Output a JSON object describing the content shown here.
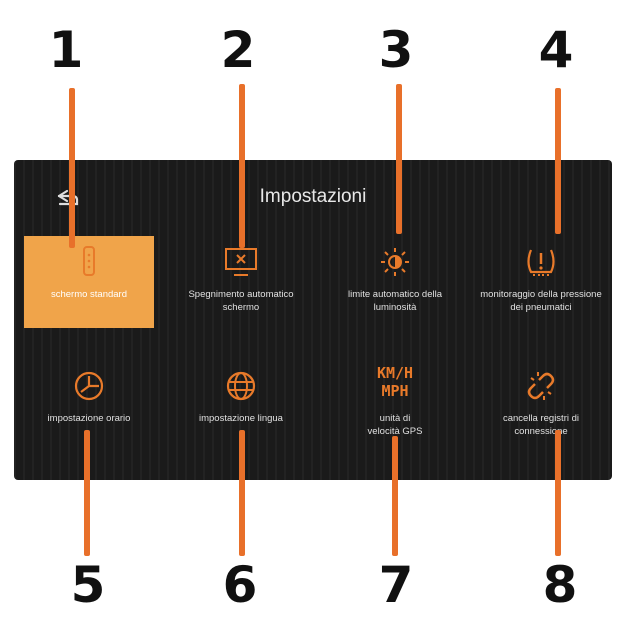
{
  "header": {
    "title": "Impostazioni"
  },
  "callouts": {
    "top": [
      "1",
      "2",
      "3",
      "4"
    ],
    "bottom": [
      "5",
      "6",
      "7",
      "8"
    ]
  },
  "tiles": [
    {
      "label": "schermo standard",
      "icon": "phone-icon",
      "active": true
    },
    {
      "label": "Spegnimento automatico schermo",
      "icon": "screen-off-icon"
    },
    {
      "label": "limite automatico della luminosità",
      "icon": "brightness-icon"
    },
    {
      "label": "monitoraggio della pressione dei pneumatici",
      "icon": "tire-pressure-icon"
    },
    {
      "label": "impostazione orario",
      "icon": "clock-icon"
    },
    {
      "label": "impostazione lingua",
      "icon": "globe-icon"
    },
    {
      "label": "unità di velocità GPS",
      "icon": "speed-unit-icon",
      "icon_text": [
        "KM/H",
        "MPH"
      ]
    },
    {
      "label": "cancella registri di connessione",
      "icon": "broken-link-icon"
    }
  ],
  "colors": {
    "accent": "#e87a2a",
    "active_tile": "#f0a44a",
    "screen_bg": "#1a1a1a",
    "callout_line": "#e8702a"
  }
}
